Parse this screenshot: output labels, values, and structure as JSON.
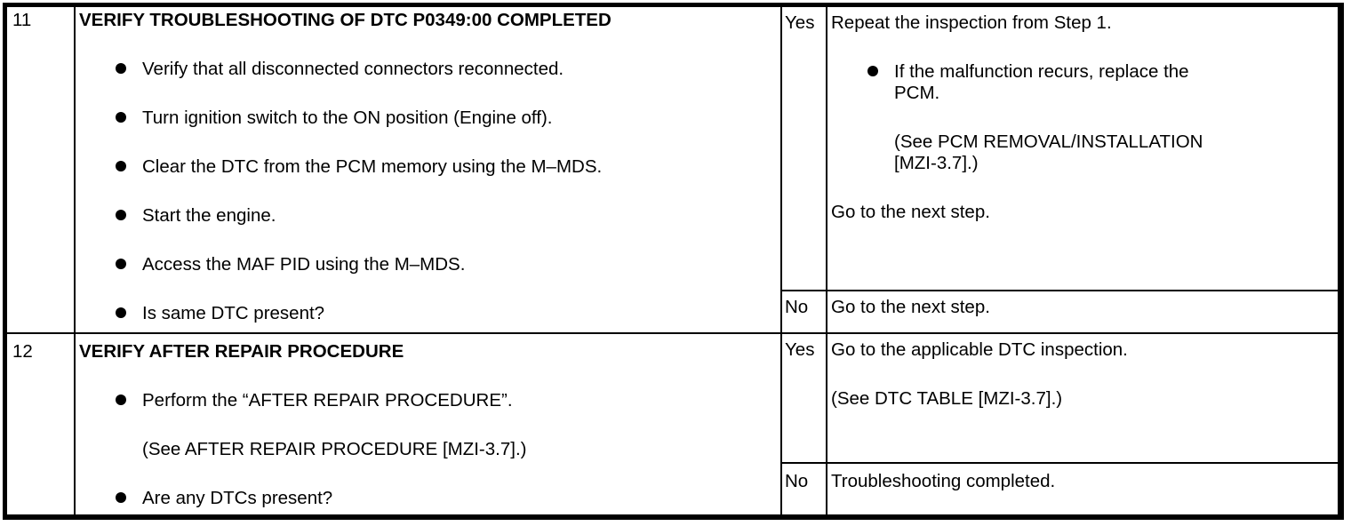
{
  "document": {
    "kind": "dtc-troubleshooting-table"
  },
  "colors": {
    "background": "#ffffff",
    "border": "#000000",
    "text": "#000000"
  },
  "table": {
    "rows": [
      {
        "step": "11",
        "action": {
          "title": "VERIFY TROUBLESHOOTING OF DTC P0349:00 COMPLETED",
          "bullets": [
            "Verify that all disconnected connectors reconnected.",
            "Turn ignition switch to the ON position (Engine off).",
            "Clear the DTC from the PCM memory using the M–MDS.",
            "Start the engine.",
            "Access the MAF PID using the M–MDS.",
            "Is same DTC present?"
          ]
        },
        "yes": {
          "label": "Yes",
          "paragraphs": [
            "Repeat the inspection from Step 1.",
            "If the malfunction recurs, replace the\nPCM.",
            "(See PCM REMOVAL/INSTALLATION\n[MZI-3.7].)",
            "Go to the next step."
          ]
        },
        "no": {
          "label": "No",
          "paragraphs": [
            "Go to the next step."
          ]
        }
      },
      {
        "step": "12",
        "action": {
          "title": "VERIFY AFTER REPAIR PROCEDURE",
          "bullets": [
            "Perform the “AFTER REPAIR PROCEDURE”.",
            "Are any DTCs present?"
          ],
          "reference": "(See AFTER REPAIR PROCEDURE [MZI-3.7].)"
        },
        "yes": {
          "label": "Yes",
          "paragraphs": [
            "Go to the applicable DTC inspection.",
            "(See DTC TABLE [MZI-3.7].)"
          ]
        },
        "no": {
          "label": "No",
          "paragraphs": [
            "Troubleshooting completed."
          ]
        }
      }
    ]
  }
}
